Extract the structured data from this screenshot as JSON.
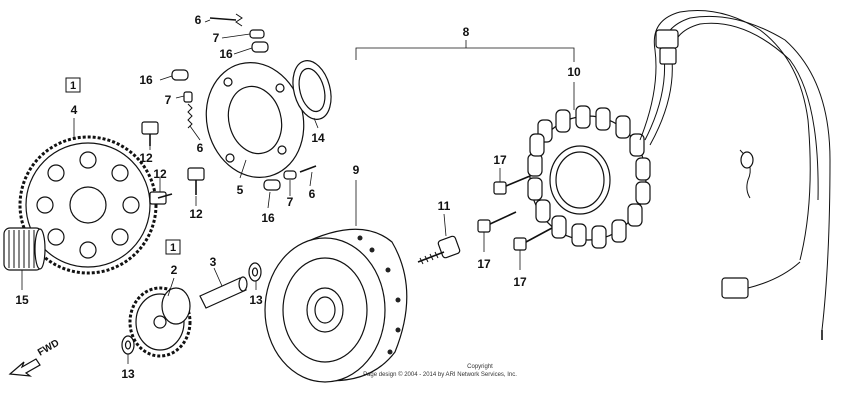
{
  "diagram": {
    "callouts": {
      "c1_top": "1",
      "c1_mid": "1",
      "c2": "2",
      "c3": "3",
      "c4": "4",
      "c5": "5",
      "c6_top": "6",
      "c6_mid": "6",
      "c6_low": "6",
      "c7_top": "7",
      "c7_mid": "7",
      "c7_low": "7",
      "c8": "8",
      "c9": "9",
      "c10": "10",
      "c11": "11",
      "c12_a": "12",
      "c12_b": "12",
      "c12_c": "12",
      "c13_a": "13",
      "c13_b": "13",
      "c14": "14",
      "c15": "15",
      "c16_a": "16",
      "c16_b": "16",
      "c16_c": "16",
      "c17_a": "17",
      "c17_b": "17",
      "c17_c": "17"
    },
    "fwd_label": "FWD",
    "copyright_line1": "Copyright",
    "copyright_line2": "Page design © 2004 - 2014 by ARI Network Services, Inc."
  }
}
